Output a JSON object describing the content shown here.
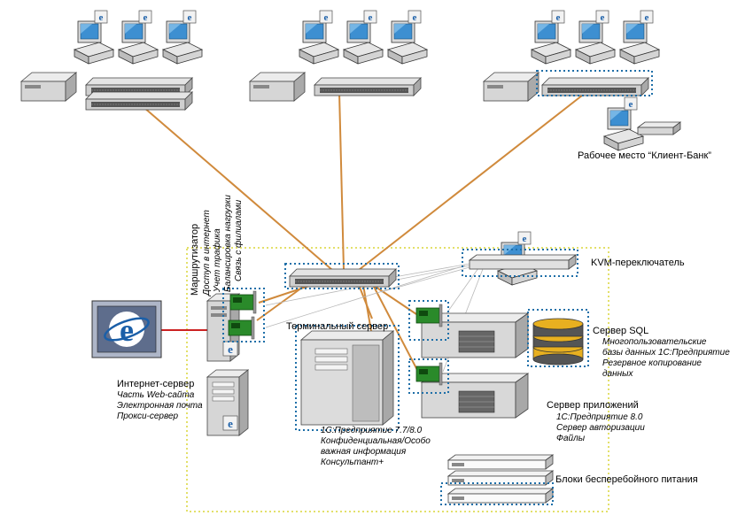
{
  "labels": {
    "client_bank": "Рабочее место “Клиент-Банк”",
    "kvm": "KVM-переключатель",
    "router": "Маршрутизатор",
    "router_roles": [
      "Доступ в интернет",
      "Учет трафика",
      "Балансировка нагрузки",
      "Связь с филиалами"
    ],
    "terminal_server": "Терминальный сервер",
    "terminal_desc": [
      "1С:Предприятие 7.7/8.0",
      "Конфиденциальная/Особо",
      "важная информация",
      "Консультант+"
    ],
    "internet_server": "Интернет-сервер",
    "internet_desc": [
      "Часть Web-сайта",
      "Электронная почта",
      "Прокси-сервер"
    ],
    "sql_server": "Сервер SQL",
    "sql_desc": [
      "Многопользовательские",
      "базы данных 1С:Предприятие",
      "Резервное копирование",
      "данных"
    ],
    "app_server": "Сервер приложений",
    "app_desc": [
      "1С:Предприятие 8.0",
      "Сервер авторизации",
      "Файлы"
    ],
    "ups": "Блоки бесперебойного питания"
  },
  "colors": {
    "link": "#d08a3c",
    "lan": "#b8b8b8",
    "wan": "#cc2222",
    "zone": "#e3e06a",
    "group": "#1f6fa8",
    "nic": "#2a8a2a",
    "db": "#e8b020"
  },
  "icons": [
    "internet-explorer-icon",
    "database-icon",
    "workstation-icon",
    "network-switch-icon",
    "server-icon",
    "ups-icon"
  ]
}
